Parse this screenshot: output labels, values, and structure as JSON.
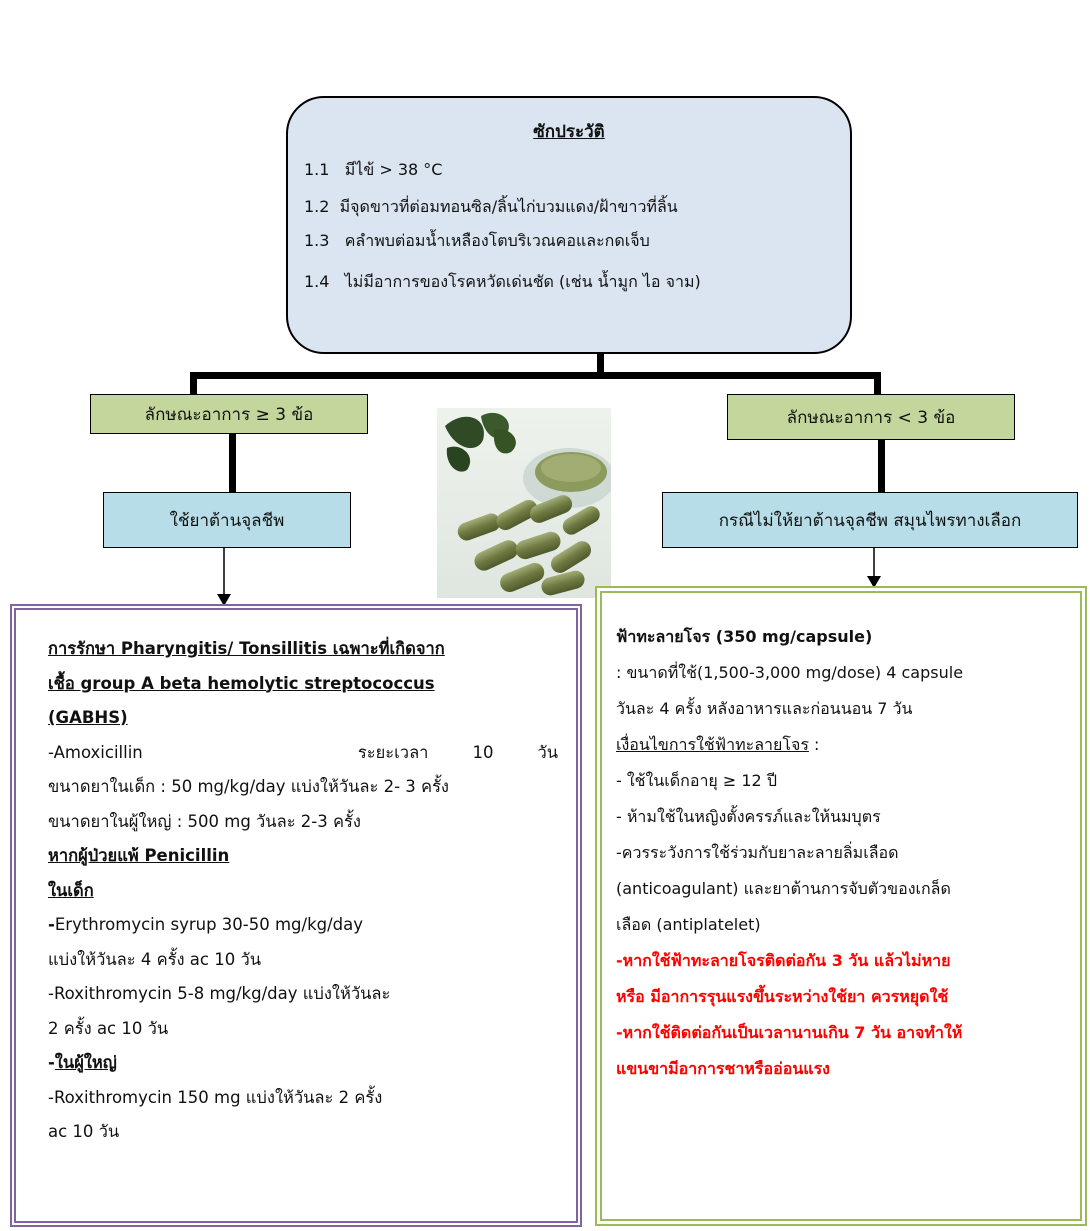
{
  "history": {
    "title": "ซักประวัติ",
    "items": [
      {
        "num": "1.1",
        "text": "มีไข้ > 38 °C"
      },
      {
        "num": "1.2",
        "text": "มีจุดขาวที่ต่อมทอนซิล/ลิ้นไก่บวมแดง/ฝ้าขาวที่ลิ้น"
      },
      {
        "num": "1.3",
        "text": "คลำพบต่อมน้ำเหลืองโตบริเวณคอและกดเจ็บ"
      },
      {
        "num": "1.4",
        "text": "ไม่มีอาการของโรคหวัดเด่นชัด (เช่น น้ำมูก ไอ จาม)"
      }
    ]
  },
  "branch_left": {
    "label": "ลักษณะอาการ  ≥ 3 ข้อ",
    "action": "ใช้ยาต้านจุลชีพ"
  },
  "branch_right": {
    "label": "ลักษณะอาการ  < 3   ข้อ",
    "action": "กรณีไม่ให้ยาต้านจุลชีพ สมุนไพรทางเลือก"
  },
  "left_panel": {
    "heading1": "การรักษา Pharyngitis/ Tonsillitis เฉพาะที่เกิดจาก",
    "heading2": "เชื้อ group A beta hemolytic streptococcus",
    "heading3": "(GABHS)",
    "amox_name": "-Amoxicillin",
    "amox_duration_label": "ระยะเวลา",
    "amox_duration_value": "10",
    "amox_duration_unit": "วัน",
    "child_dose": "ขนาดยาในเด็ก : 50 mg/kg/day แบ่งให้วันละ 2- 3 ครั้ง",
    "adult_dose": "ขนาดยาในผู้ใหญ่ : 500 mg      วันละ 2-3 ครั้ง",
    "allergy_heading": "หากผู้ป่วยแพ้ Penicillin",
    "child_heading": "ในเด็ก",
    "ery_dash": "-",
    "ery_line1": "Erythromycin syrup 30-50 mg/kg/day",
    "ery_line2": "แบ่งให้วันละ  4  ครั้ง  ac     10  วัน",
    "roxi_child_line1": "-Roxithromycin 5-8 mg/kg/day  แบ่งให้วันละ",
    "roxi_child_line2": "2 ครั้ง   ac   10  วัน",
    "adult_dash": "-",
    "adult_heading": "ในผู้ใหญ่",
    "roxi_adult_line1": "-Roxithromycin 150 mg แบ่งให้วันละ 2 ครั้ง",
    "roxi_adult_line2": "ac    10 วัน"
  },
  "right_panel": {
    "title": "ฟ้าทะลายโจร (350 mg/capsule)",
    "dose_line1": ": ขนาดที่ใช้(1,500-3,000 mg/dose)  4  capsule",
    "dose_line2": "วันละ  4  ครั้ง   หลังอาหารและก่อนนอน     7 วัน",
    "cond_heading": "เงื่อนไขการใช้ฟ้าทะลายโจร",
    "cond_colon": " :",
    "cond1": "- ใช้ในเด็กอายุ  ≥ 12 ปี",
    "cond2": "- ห้ามใช้ในหญิงตั้งครรภ์และให้นมบุตร",
    "cond3": "-ควรระวังการใช้ร่วมกับยาละลายลิ่มเลือด",
    "cond4": "(anticoagulant) และยาต้านการจับตัวของเกล็ด",
    "cond5": "เลือด (antiplatelet)",
    "warn1": "-หากใช้ฟ้าทะลายโจรติดต่อกัน 3 วัน แล้วไม่หาย",
    "warn2": "หรือ มีอาการรุนแรงขึ้นระหว่างใช้ยา ควรหยุดใช้",
    "warn3": "-หากใช้ติดต่อกันเป็นเวลานานเกิน 7 วัน อาจทำให้",
    "warn4": "แขนขามีอาการชาหรืออ่อนแรง"
  },
  "colors": {
    "history_fill": "#dbe5f1",
    "symptom_fill": "#c3d69b",
    "action_fill": "#b7dee8",
    "left_border": "#8064a2",
    "right_border": "#9bbb59",
    "warning_text": "#ff0000"
  },
  "image": {
    "icon": "herbal-capsules-photo"
  }
}
